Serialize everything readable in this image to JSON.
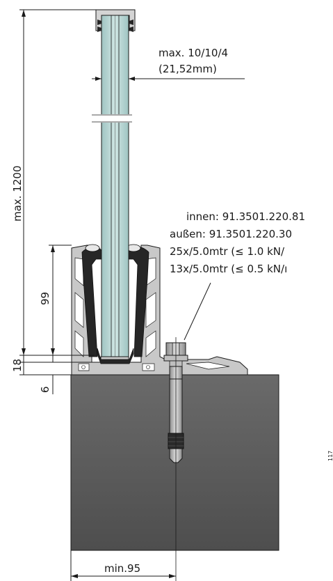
{
  "dimensions": {
    "height_max": "max. 1200",
    "profile_height": "99",
    "base_18": "18",
    "base_6": "6",
    "min_width": "min.95",
    "glass_thickness_line1": "max. 10/10/4",
    "glass_thickness_line2": "(21,52mm)"
  },
  "anchor_spec": {
    "lines": [
      "innen: 91.3501.220.81",
      "außen: 91.3501.220.30",
      "25x/5.0mtr (≤ 1.0 kN/",
      "13x/5.0mtr (≤ 0.5 kN/ı"
    ]
  },
  "edge_text": "117",
  "colors": {
    "glass": "#b9d6d4",
    "aluminium": "#c8c8c8",
    "concrete": "#5a5a5a",
    "rubber": "#262626",
    "line": "#1a1a1a"
  }
}
